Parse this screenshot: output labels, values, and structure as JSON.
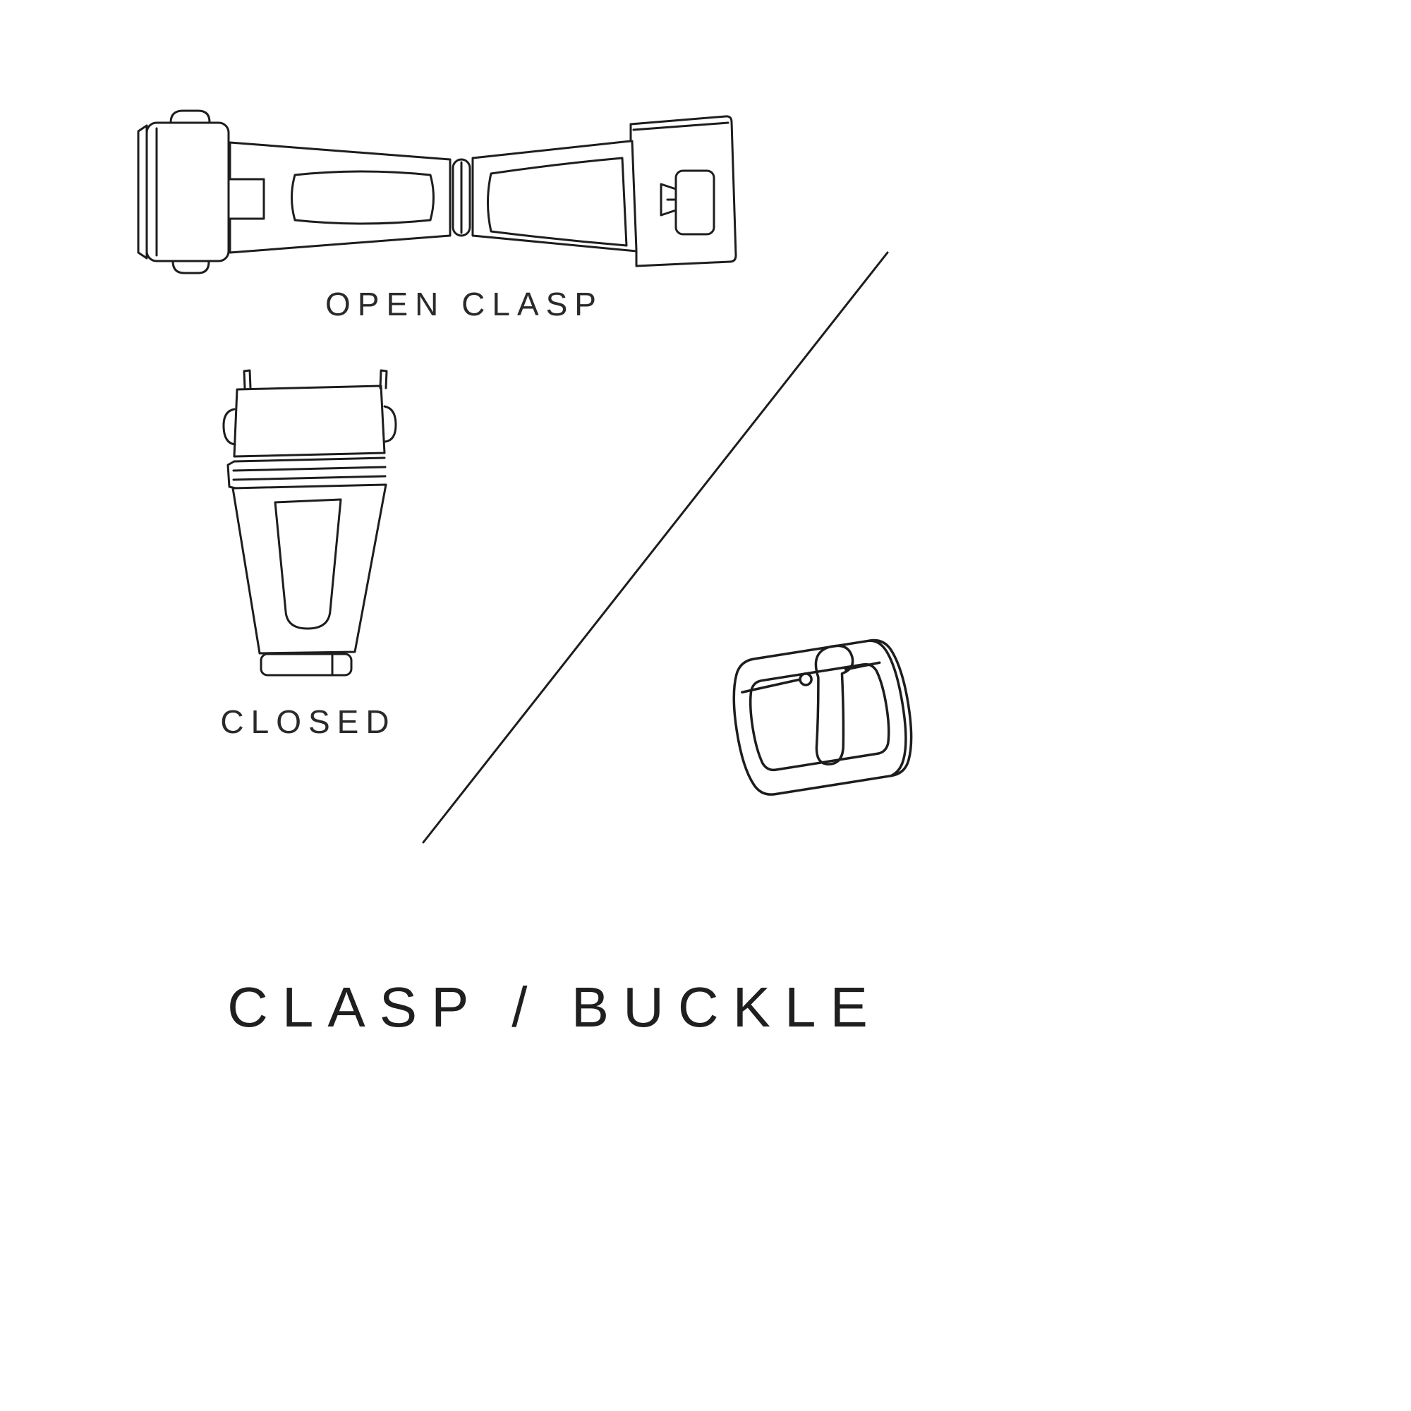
{
  "page": {
    "title": "CLASP / BUCKLE",
    "background_color": "#ffffff",
    "line_color": "#1d1d1d",
    "text_color": "#2a2a2a"
  },
  "labels": {
    "open_clasp": "OPEN CLASP",
    "closed": "CLOSED"
  },
  "illustrations": [
    {
      "name": "open-clasp-illustration",
      "caption": "OPEN CLASP"
    },
    {
      "name": "closed-clasp-illustration",
      "caption": "CLOSED"
    },
    {
      "name": "buckle-illustration",
      "caption": ""
    },
    {
      "name": "diagonal-divider-line",
      "caption": ""
    }
  ]
}
